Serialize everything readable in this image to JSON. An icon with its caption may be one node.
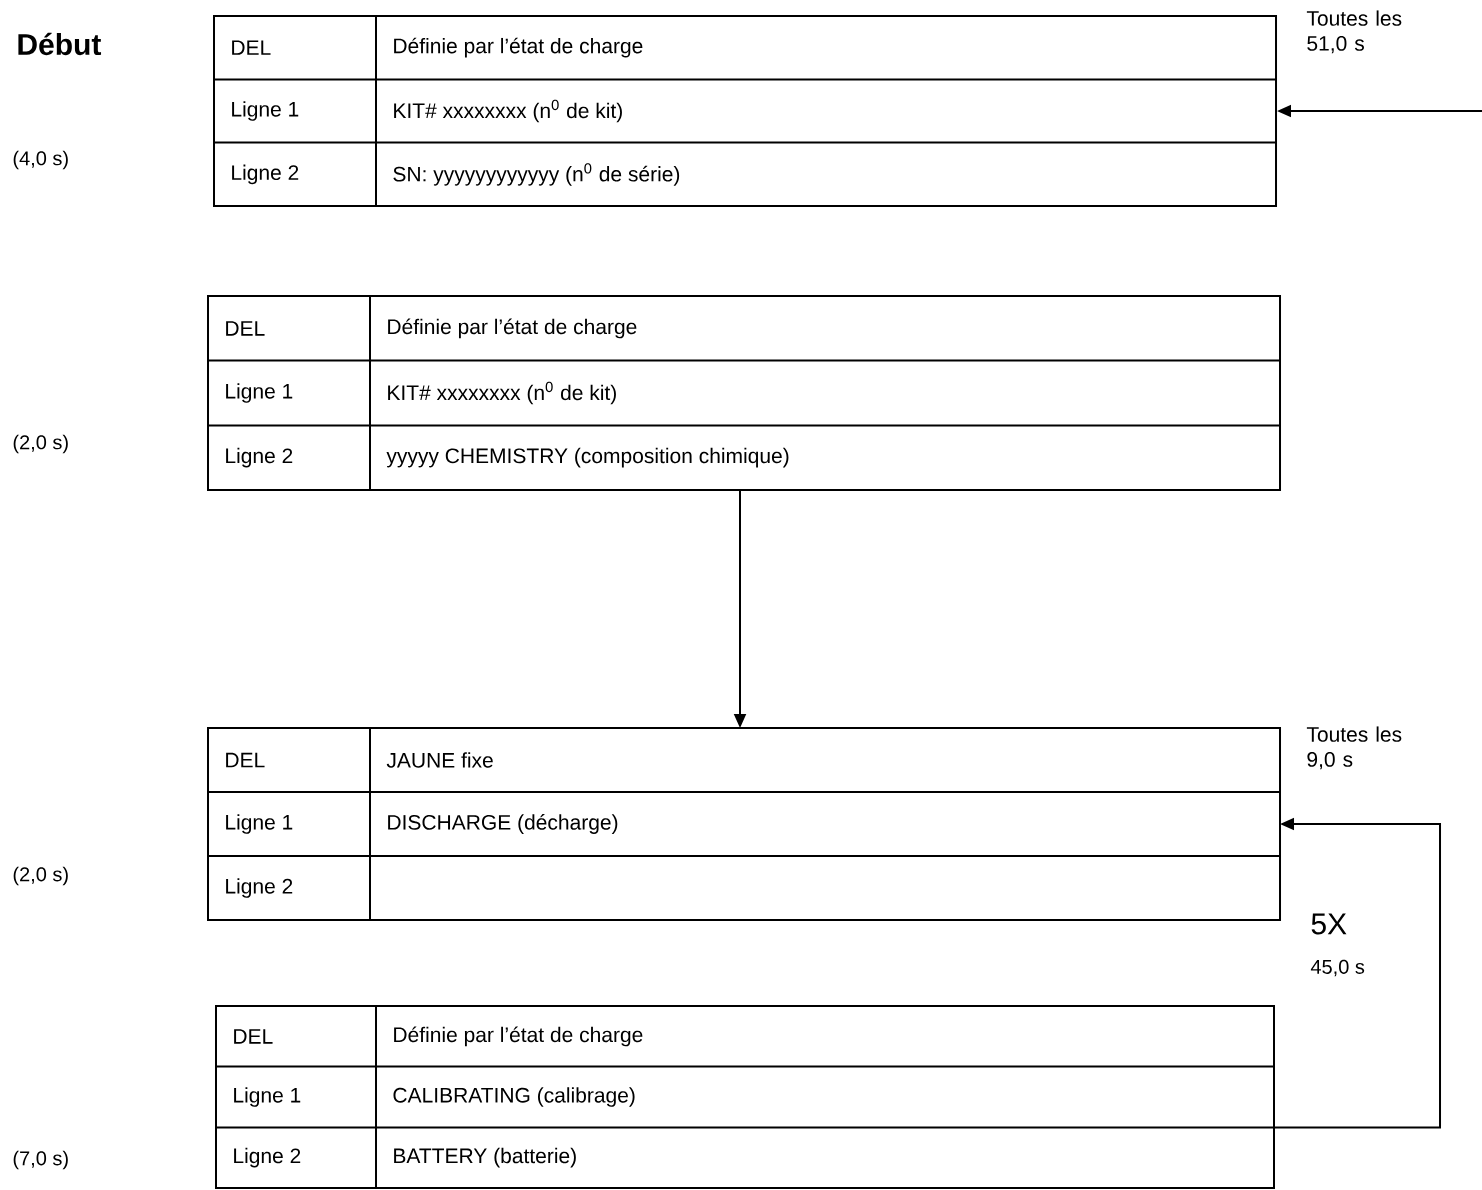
{
  "diagram": {
    "nodes": [
      {
        "text": [
          "DEL",
          "Définie par l’état de charge",
          "Ligne 1",
          "KIT# xxxxxxxx (n$^{0}$ de kit)",
          "Ligne 2",
          "SN: yyyyyyyyyyyy (n$^{0}$ de série)"
        ],
        "beside": [
          "Début"
        ]
      },
      {
        "text": [
          "DEL",
          "Définie par l’état de charge",
          "Ligne 1",
          "KIT# xxxxxxxx (n$^{0}$ de kit)",
          "Ligne 2",
          "yyyyy CHEMISTRY (composition chimique)"
        ]
      },
      {
        "text": [
          "DEL",
          "JAUNE fixe",
          "Ligne 1",
          "DISCHARGE (décharge)",
          "Ligne 2"
        ]
      },
      {
        "text": [
          "DEL",
          "Définie par l’état de charge",
          "Ligne 1",
          "CALIBRATING (calibrage)",
          "Ligne 2",
          "BATTERY (batterie)"
        ]
      }
    ],
    "edges": [
      {
        "from": null,
        "to": 0,
        "arrow": "to",
        "label": "Toutes les 51,0 s"
      },
      {
        "from": 1,
        "to": 2,
        "arrow": "to"
      },
      {
        "from": 3,
        "to": 2,
        "arrow": "to",
        "label": "Toutes les 9,0 s"
      }
    ],
    "labels": [
      "(4,0 s)",
      "(2,0 s)",
      "(2,0 s)",
      "5X",
      "45,0 s",
      "(7,0 s)"
    ]
  }
}
